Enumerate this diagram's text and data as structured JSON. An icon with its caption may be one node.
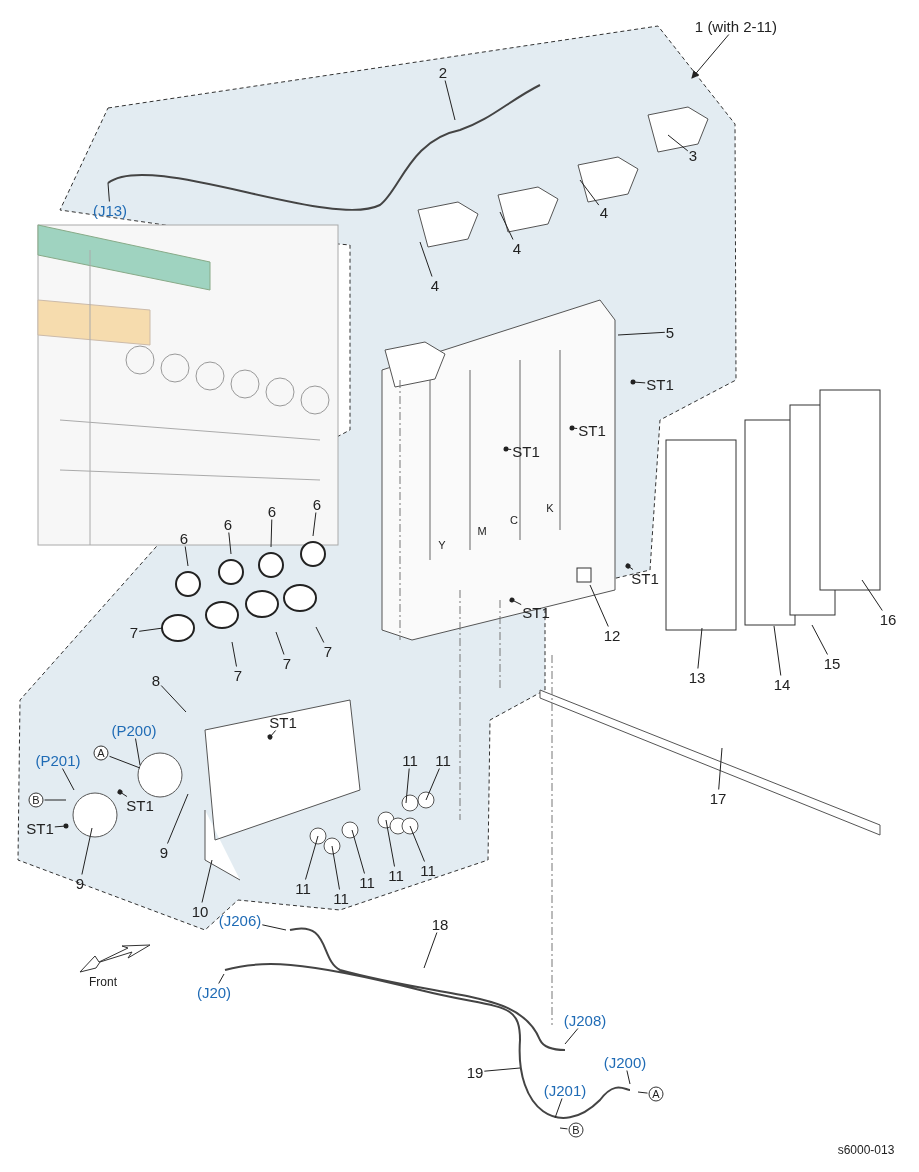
{
  "diagram": {
    "nodes": [
      {
        "text": [
          "1 (with 2-11)"
        ]
      },
      {
        "text": [
          "2"
        ]
      },
      {
        "text": [
          "3"
        ]
      },
      {
        "text": [
          "4"
        ]
      },
      {
        "text": [
          "4"
        ]
      },
      {
        "text": [
          "4"
        ]
      },
      {
        "text": [
          "5"
        ]
      },
      {
        "text": [
          "ST1"
        ]
      },
      {
        "text": [
          "ST1"
        ]
      },
      {
        "text": [
          "ST1"
        ]
      },
      {
        "text": [
          "6"
        ]
      },
      {
        "text": [
          "6"
        ]
      },
      {
        "text": [
          "6"
        ]
      },
      {
        "text": [
          "6"
        ]
      },
      {
        "text": [
          "ST1"
        ]
      },
      {
        "text": [
          "ST1"
        ]
      },
      {
        "text": [
          "12"
        ]
      },
      {
        "text": [
          "13"
        ]
      },
      {
        "text": [
          "14"
        ]
      },
      {
        "text": [
          "15"
        ]
      },
      {
        "text": [
          "16"
        ]
      },
      {
        "text": [
          "7"
        ]
      },
      {
        "text": [
          "7"
        ]
      },
      {
        "text": [
          "7"
        ]
      },
      {
        "text": [
          "7"
        ]
      },
      {
        "text": [
          "8"
        ]
      },
      {
        "text": [
          "ST1"
        ]
      },
      {
        "text": [
          "(P200)"
        ]
      },
      {
        "text": [
          "A"
        ]
      },
      {
        "text": [
          "(P201)"
        ]
      },
      {
        "text": [
          "B"
        ]
      },
      {
        "text": [
          "ST1"
        ]
      },
      {
        "text": [
          "ST1"
        ]
      },
      {
        "text": [
          "9"
        ]
      },
      {
        "text": [
          "9"
        ]
      },
      {
        "text": [
          "10"
        ]
      },
      {
        "text": [
          "11"
        ]
      },
      {
        "text": [
          "11"
        ]
      },
      {
        "text": [
          "11"
        ]
      },
      {
        "text": [
          "11"
        ]
      },
      {
        "text": [
          "11"
        ]
      },
      {
        "text": [
          "11"
        ]
      },
      {
        "text": [
          "11"
        ]
      },
      {
        "text": [
          "17"
        ]
      },
      {
        "text": [
          "18"
        ]
      },
      {
        "text": [
          "(J206)"
        ]
      },
      {
        "text": [
          "(J20)"
        ]
      },
      {
        "text": [
          "(J208)"
        ]
      },
      {
        "text": [
          "(J200)"
        ]
      },
      {
        "text": [
          "A"
        ]
      },
      {
        "text": [
          "19"
        ]
      },
      {
        "text": [
          "(J201)"
        ]
      },
      {
        "text": [
          "B"
        ]
      },
      {
        "text": [
          "(J13)"
        ]
      }
    ],
    "edges": [
      {
        "from": 0,
        "to": null,
        "arrow": "to"
      },
      {
        "from": 1,
        "to": null,
        "arrow": "none"
      },
      {
        "from": 2,
        "to": null,
        "arrow": "none"
      },
      {
        "from": 3,
        "to": null,
        "arrow": "none"
      },
      {
        "from": 4,
        "to": null,
        "arrow": "none"
      },
      {
        "from": 5,
        "to": null,
        "arrow": "none"
      },
      {
        "from": 6,
        "to": null,
        "arrow": "none"
      },
      {
        "from": 7,
        "to": null,
        "arrow": "other"
      },
      {
        "from": 8,
        "to": null,
        "arrow": "other"
      },
      {
        "from": 9,
        "to": null,
        "arrow": "other"
      },
      {
        "from": 10,
        "to": null,
        "arrow": "none"
      },
      {
        "from": 11,
        "to": null,
        "arrow": "none"
      },
      {
        "from": 12,
        "to": null,
        "arrow": "none"
      },
      {
        "from": 13,
        "to": null,
        "arrow": "none"
      },
      {
        "from": 14,
        "to": null,
        "arrow": "other"
      },
      {
        "from": 15,
        "to": null,
        "arrow": "other"
      },
      {
        "from": 16,
        "to": null,
        "arrow": "none"
      },
      {
        "from": 17,
        "to": null,
        "arrow": "none"
      },
      {
        "from": 18,
        "to": null,
        "arrow": "none"
      },
      {
        "from": 19,
        "to": null,
        "arrow": "none"
      },
      {
        "from": 20,
        "to": null,
        "arrow": "none"
      },
      {
        "from": 21,
        "to": null,
        "arrow": "none"
      },
      {
        "from": 22,
        "to": null,
        "arrow": "none"
      },
      {
        "from": 23,
        "to": null,
        "arrow": "none"
      },
      {
        "from": 24,
        "to": null,
        "arrow": "none"
      },
      {
        "from": 25,
        "to": null,
        "arrow": "none"
      },
      {
        "from": 26,
        "to": null,
        "arrow": "other"
      },
      {
        "from": 27,
        "to": null,
        "arrow": "none"
      },
      {
        "from": 28,
        "to": null,
        "arrow": "none"
      },
      {
        "from": 29,
        "to": null,
        "arrow": "none"
      },
      {
        "from": 30,
        "to": null,
        "arrow": "none"
      },
      {
        "from": 31,
        "to": null,
        "arrow": "other"
      },
      {
        "from": 32,
        "to": null,
        "arrow": "other"
      },
      {
        "from": 33,
        "to": null,
        "arrow": "none"
      },
      {
        "from": 34,
        "to": null,
        "arrow": "none"
      },
      {
        "from": 35,
        "to": null,
        "arrow": "none"
      },
      {
        "from": 36,
        "to": null,
        "arrow": "none"
      },
      {
        "from": 37,
        "to": null,
        "arrow": "none"
      },
      {
        "from": 38,
        "to": null,
        "arrow": "none"
      },
      {
        "from": 39,
        "to": null,
        "arrow": "none"
      },
      {
        "from": 40,
        "to": null,
        "arrow": "none"
      },
      {
        "from": 41,
        "to": null,
        "arrow": "none"
      },
      {
        "from": 42,
        "to": null,
        "arrow": "none"
      },
      {
        "from": 43,
        "to": null,
        "arrow": "none"
      },
      {
        "from": 44,
        "to": null,
        "arrow": "none"
      },
      {
        "from": 45,
        "to": null,
        "arrow": "none"
      },
      {
        "from": 46,
        "to": null,
        "arrow": "none"
      },
      {
        "from": 47,
        "to": null,
        "arrow": "none"
      },
      {
        "from": 48,
        "to": null,
        "arrow": "none"
      },
      {
        "from": 49,
        "to": null,
        "arrow": "none"
      },
      {
        "from": 50,
        "to": null,
        "arrow": "none"
      },
      {
        "from": 51,
        "to": null,
        "arrow": "none"
      },
      {
        "from": 52,
        "to": null,
        "arrow": "none"
      },
      {
        "from": 53,
        "to": null,
        "arrow": "none"
      }
    ],
    "labels": [
      "Y",
      "M",
      "C",
      "K",
      "Front",
      "s6000-013"
    ]
  }
}
